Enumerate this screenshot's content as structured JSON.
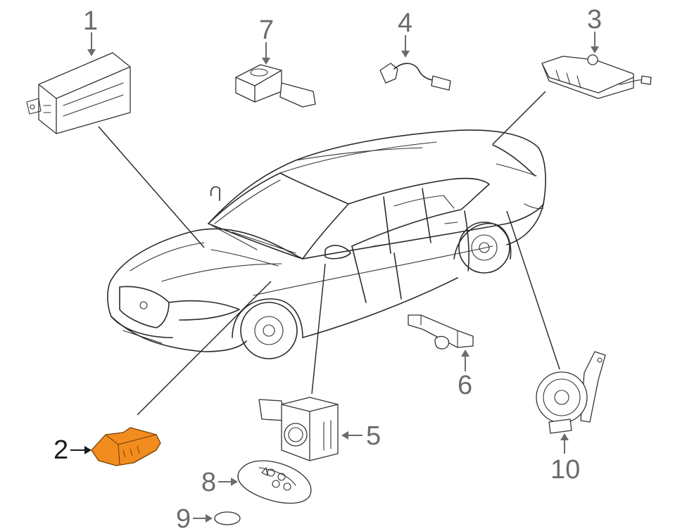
{
  "highlight_color": "#F28C1F",
  "callouts": [
    {
      "id": "1",
      "label": "1"
    },
    {
      "id": "2",
      "label": "2",
      "highlighted": true
    },
    {
      "id": "3",
      "label": "3"
    },
    {
      "id": "4",
      "label": "4"
    },
    {
      "id": "5",
      "label": "5"
    },
    {
      "id": "6",
      "label": "6"
    },
    {
      "id": "7",
      "label": "7"
    },
    {
      "id": "8",
      "label": "8"
    },
    {
      "id": "9",
      "label": "9"
    },
    {
      "id": "10",
      "label": "10"
    }
  ],
  "icons": {
    "vehicle": "sedan-car-icon",
    "module": "control-module-icon",
    "sensor": "sensor-icon",
    "harness": "wiring-harness-icon",
    "antenna": "antenna-icon",
    "horn": "horn-icon",
    "key_fob": "key-fob-icon",
    "battery": "coin-battery-icon"
  }
}
